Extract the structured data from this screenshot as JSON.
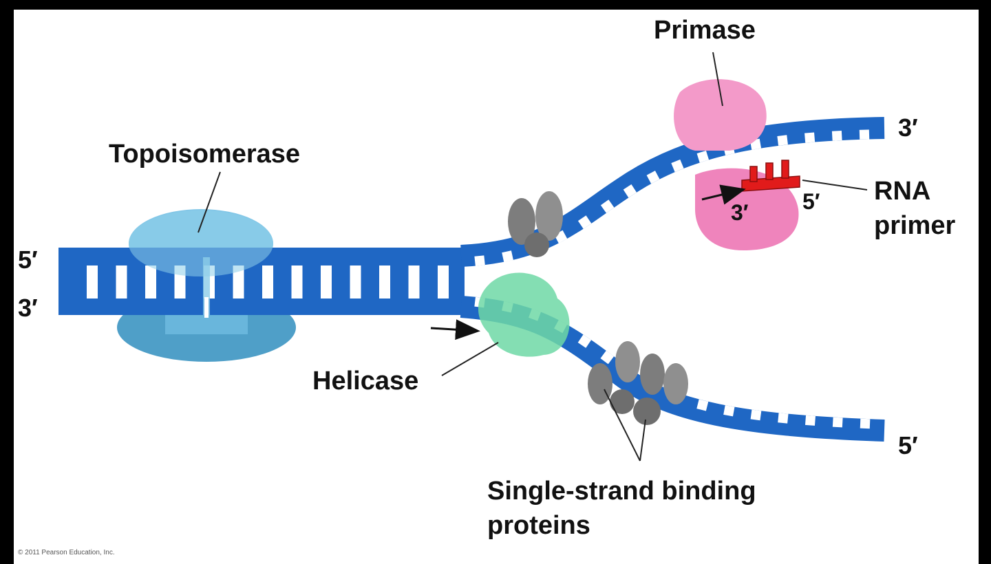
{
  "colors": {
    "frame": "#000000",
    "background": "#ffffff",
    "dna_strand": "#1f67c4",
    "dna_strand_dark": "#12499a",
    "topoisomerase": "#5aaed6",
    "helicase": "#5fd39a",
    "primase": "#f07ab4",
    "rna_primer": "#e11b1b",
    "ssb_protein": "#7d7d7d",
    "label_text": "#111111"
  },
  "labels": {
    "topoisomerase": "Topoisomerase",
    "primase": "Primase",
    "helicase": "Helicase",
    "rna_primer_line1": "RNA",
    "rna_primer_line2": "primer",
    "ssb_line1": "Single-strand binding",
    "ssb_line2": "proteins"
  },
  "strand_ends": {
    "left_top": "5′",
    "left_bottom": "3′",
    "right_top": "3′",
    "right_bottom": "5′",
    "primer_3": "3′",
    "primer_5": "5′"
  },
  "copyright": "© 2011 Pearson Education, Inc."
}
